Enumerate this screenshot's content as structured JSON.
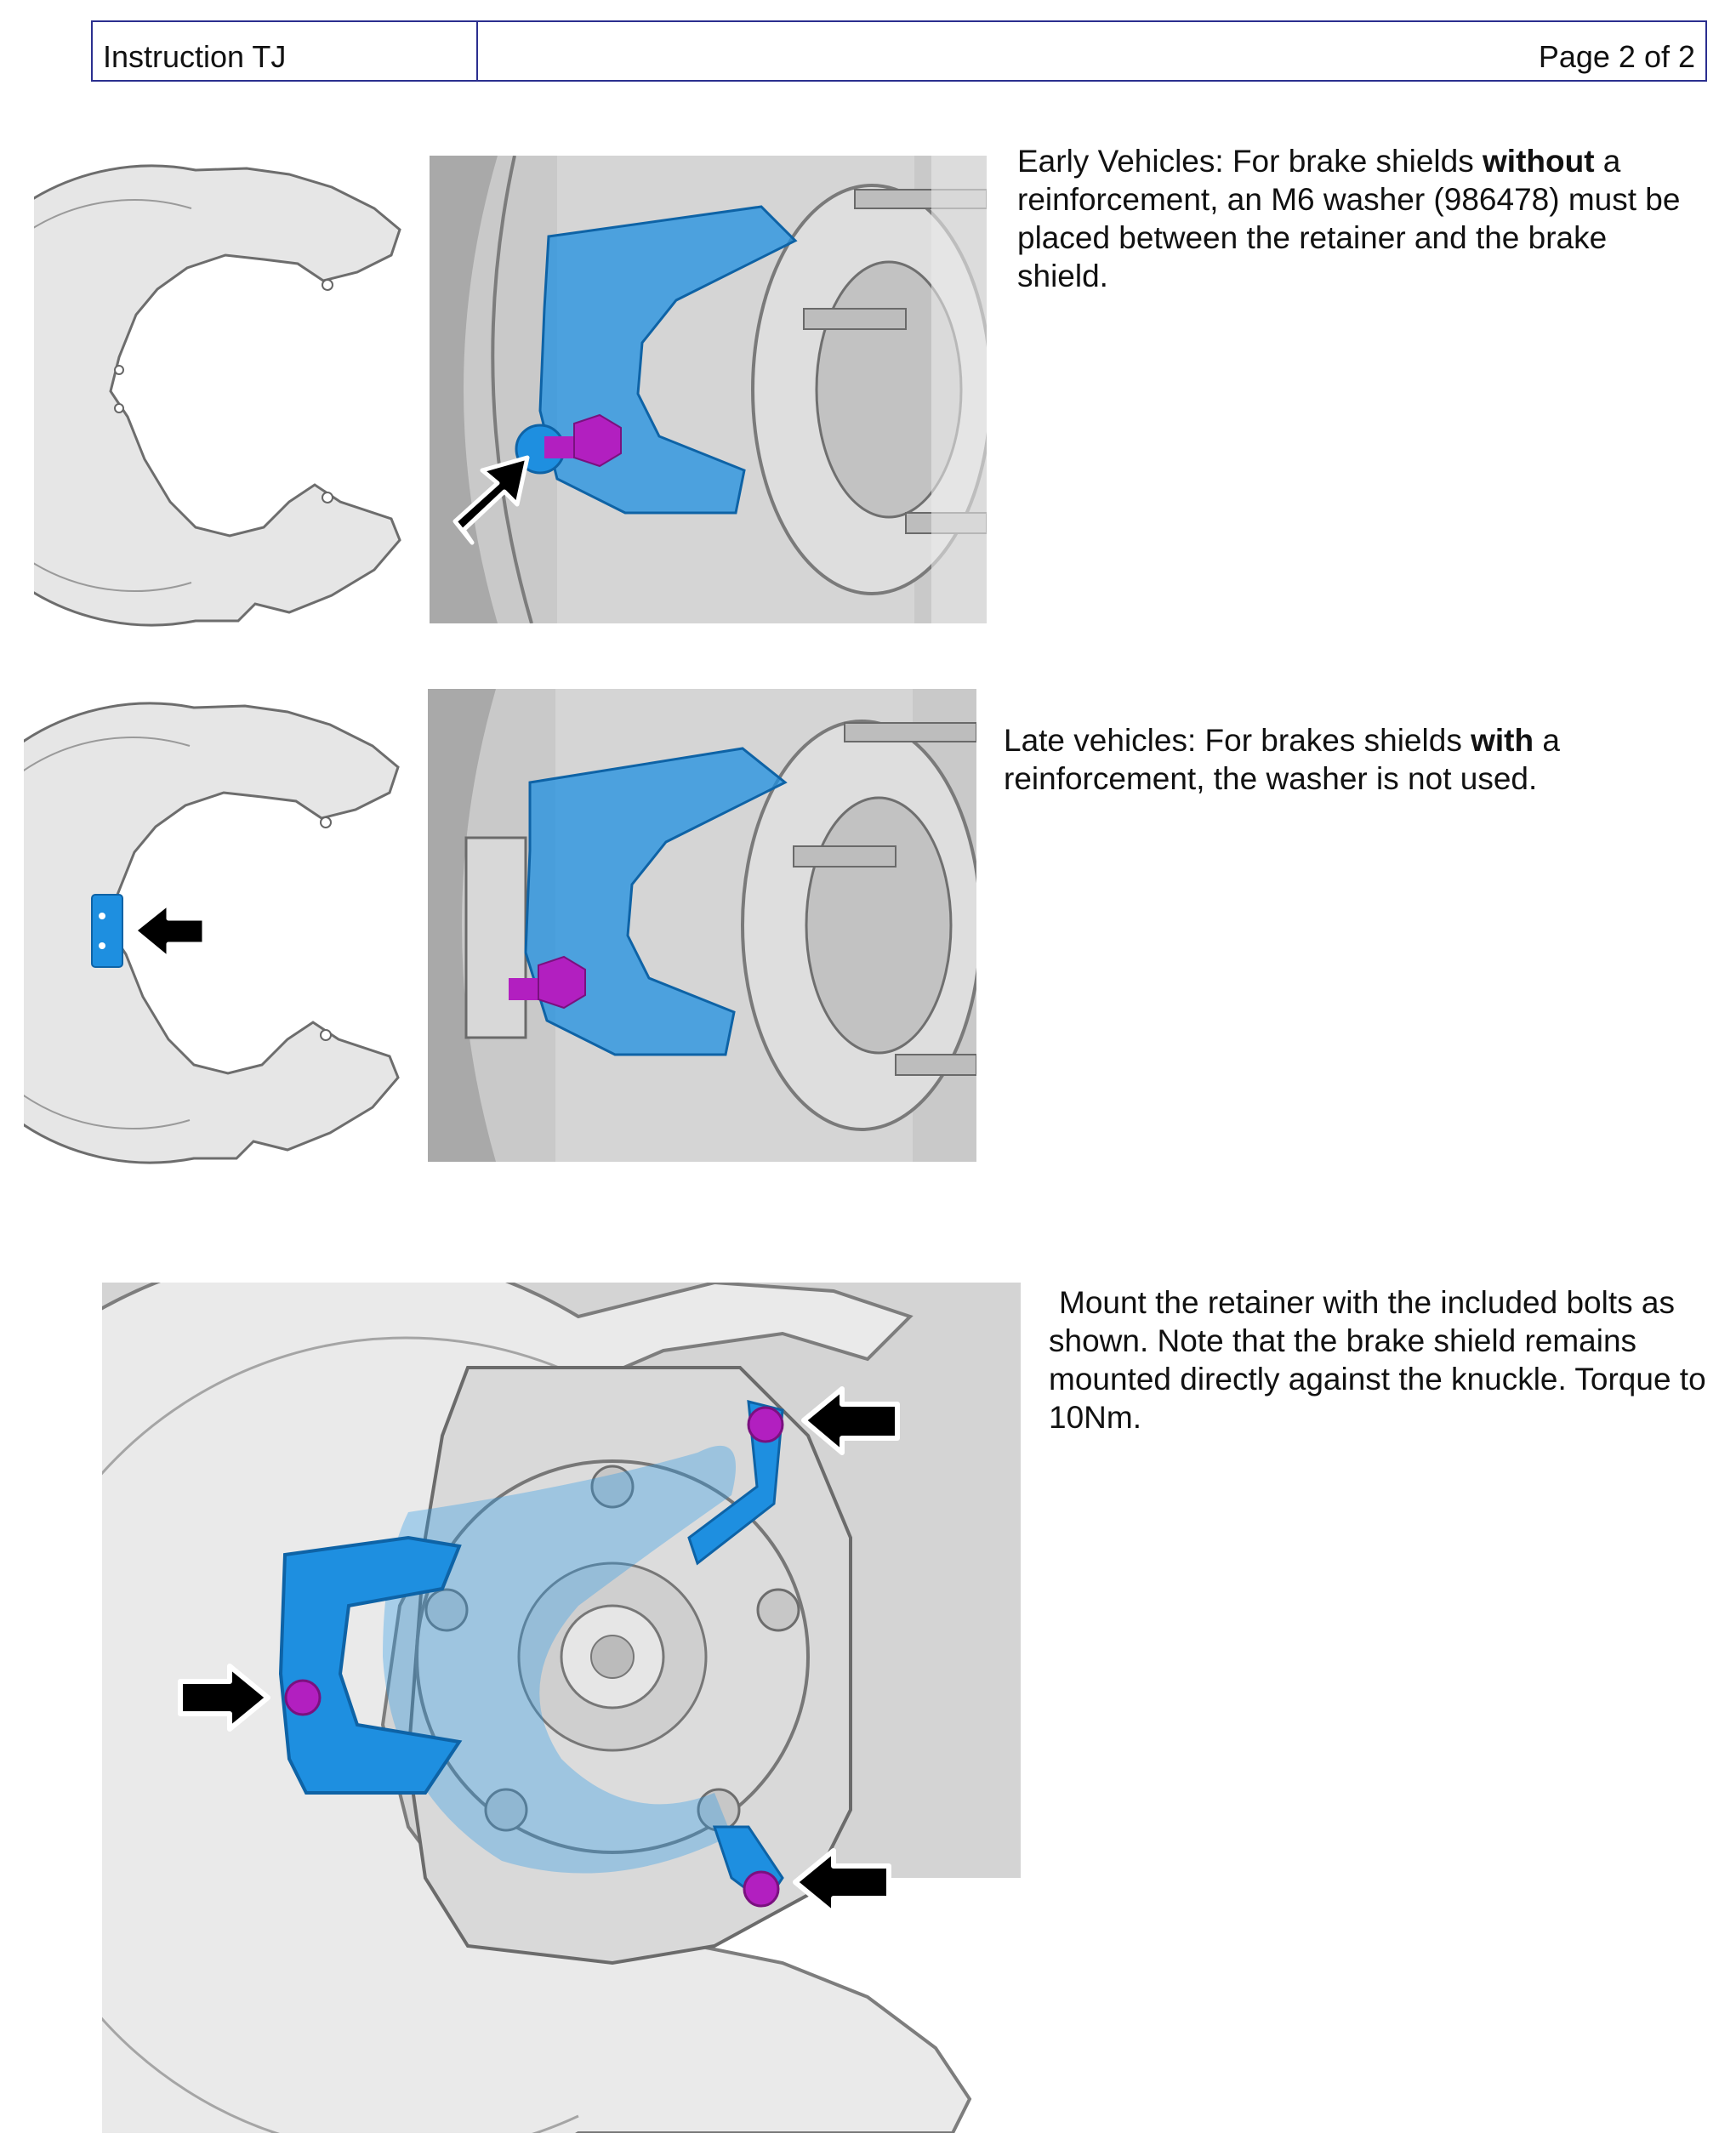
{
  "header": {
    "left": "Instruction TJ",
    "right": "Page 2 of 2"
  },
  "section1": {
    "text_before": "Early Vehicles: For brake shields ",
    "text_bold": "without",
    "text_after": " a reinforcement, an M6 washer (986478) must be placed between the retainer and the brake shield."
  },
  "section2": {
    "text_before": "Late vehicles: For brakes shields ",
    "text_bold": "with",
    "text_after": " a reinforcement, the washer is not used."
  },
  "section3": {
    "text": "Mount the retainer with the included bolts as shown. Note that the brake shield remains mounted directly against the knuckle. Torque to 10Nm."
  },
  "colors": {
    "header_border": "#2b2f8f",
    "retainer_blue": "#1e8fe0",
    "bolt_purple": "#b21fc0",
    "arrow": "#000000"
  }
}
